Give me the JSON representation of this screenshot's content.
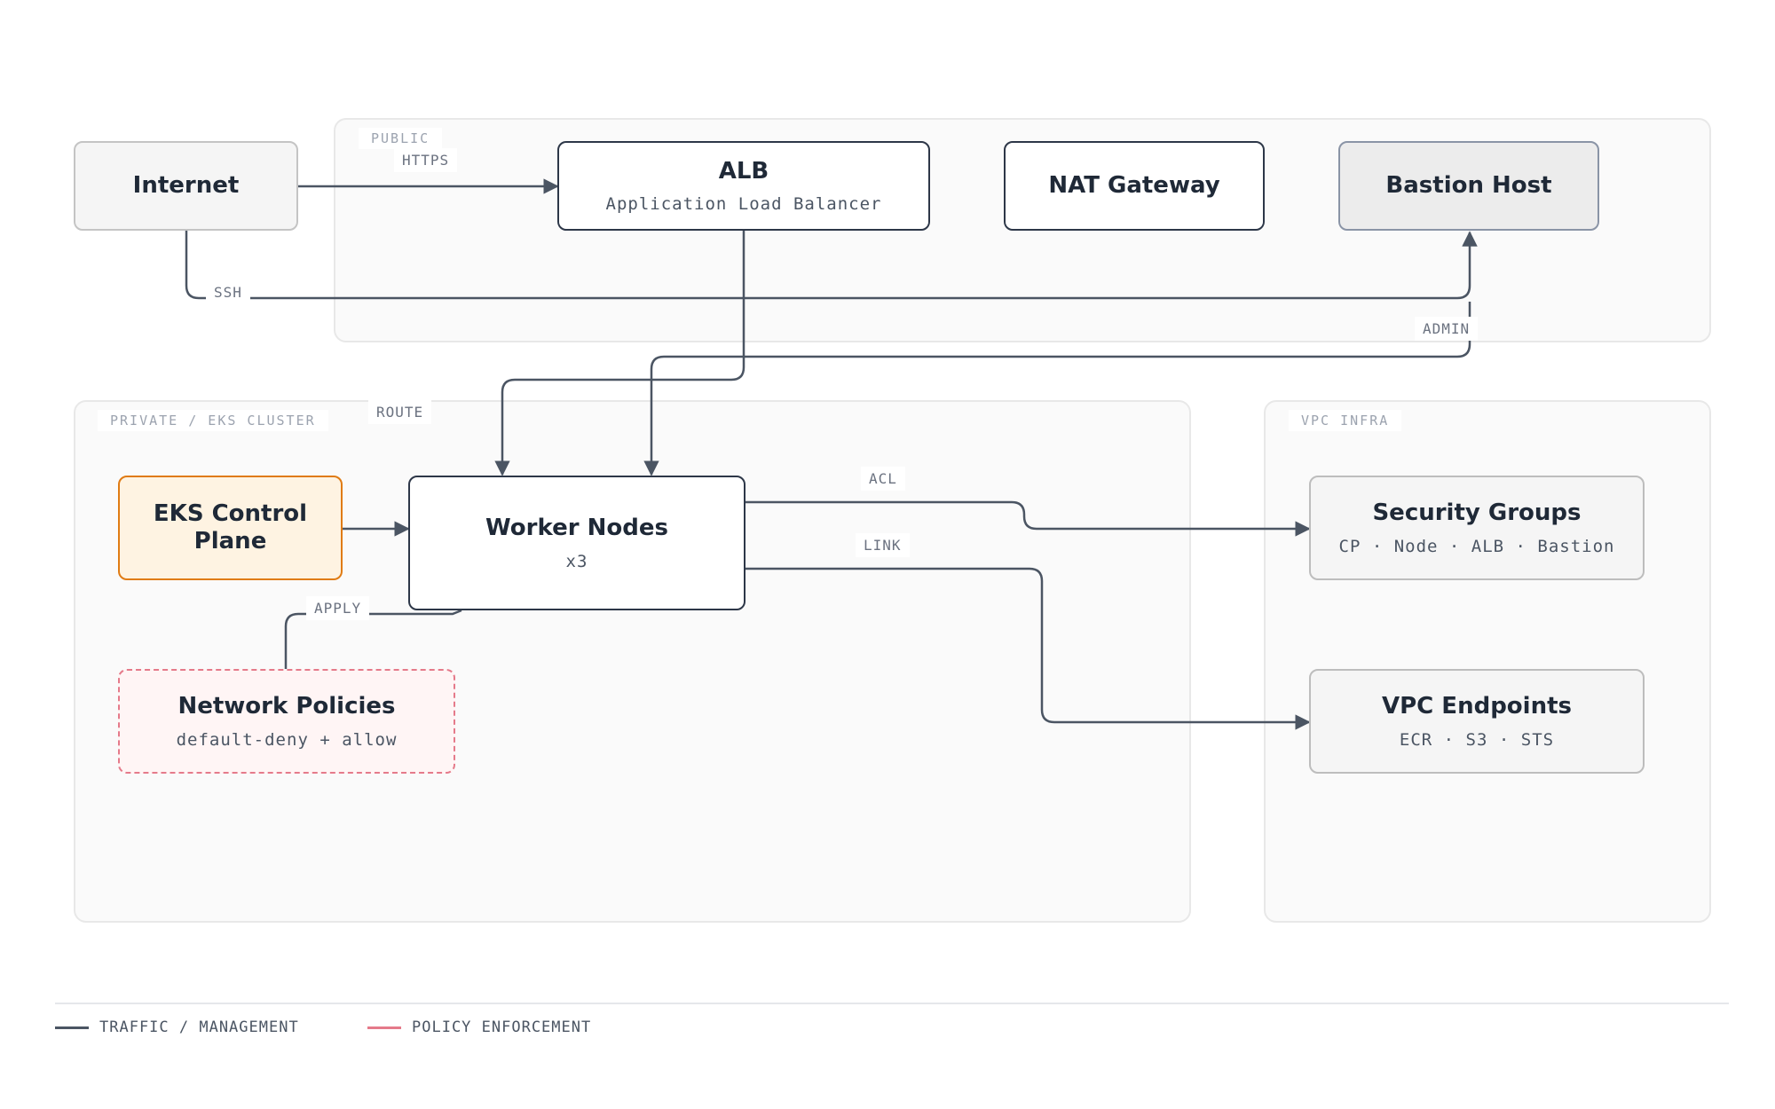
{
  "groups": {
    "public": "PUBLIC",
    "private": "PRIVATE / EKS CLUSTER",
    "infra": "VPC INFRA"
  },
  "nodes": {
    "internet": {
      "title": "Internet"
    },
    "alb": {
      "title": "ALB",
      "sub": "Application Load Balancer"
    },
    "nat": {
      "title": "NAT Gateway"
    },
    "bastion": {
      "title": "Bastion Host"
    },
    "eks": {
      "title": "EKS Control Plane"
    },
    "workers": {
      "title": "Worker Nodes",
      "sub": "x3"
    },
    "policies": {
      "title": "Network Policies",
      "sub": "default-deny + allow"
    },
    "sg": {
      "title": "Security Groups",
      "sub": "CP · Node · ALB · Bastion"
    },
    "endpoints": {
      "title": "VPC Endpoints",
      "sub": "ECR · S3 · STS"
    }
  },
  "edges": {
    "https": "HTTPS",
    "ssh": "SSH",
    "admin": "ADMIN",
    "route": "ROUTE",
    "acl": "ACL",
    "link": "LINK",
    "apply": "APPLY"
  },
  "legend": {
    "traffic": "TRAFFIC / MANAGEMENT",
    "policy": "POLICY ENFORCEMENT",
    "traffic_color": "#4b5563",
    "policy_color": "#e57a8a"
  },
  "colors": {
    "edge": "#4b5563",
    "eks_accent": "#e07b13",
    "policy_accent": "#e57a8a"
  }
}
